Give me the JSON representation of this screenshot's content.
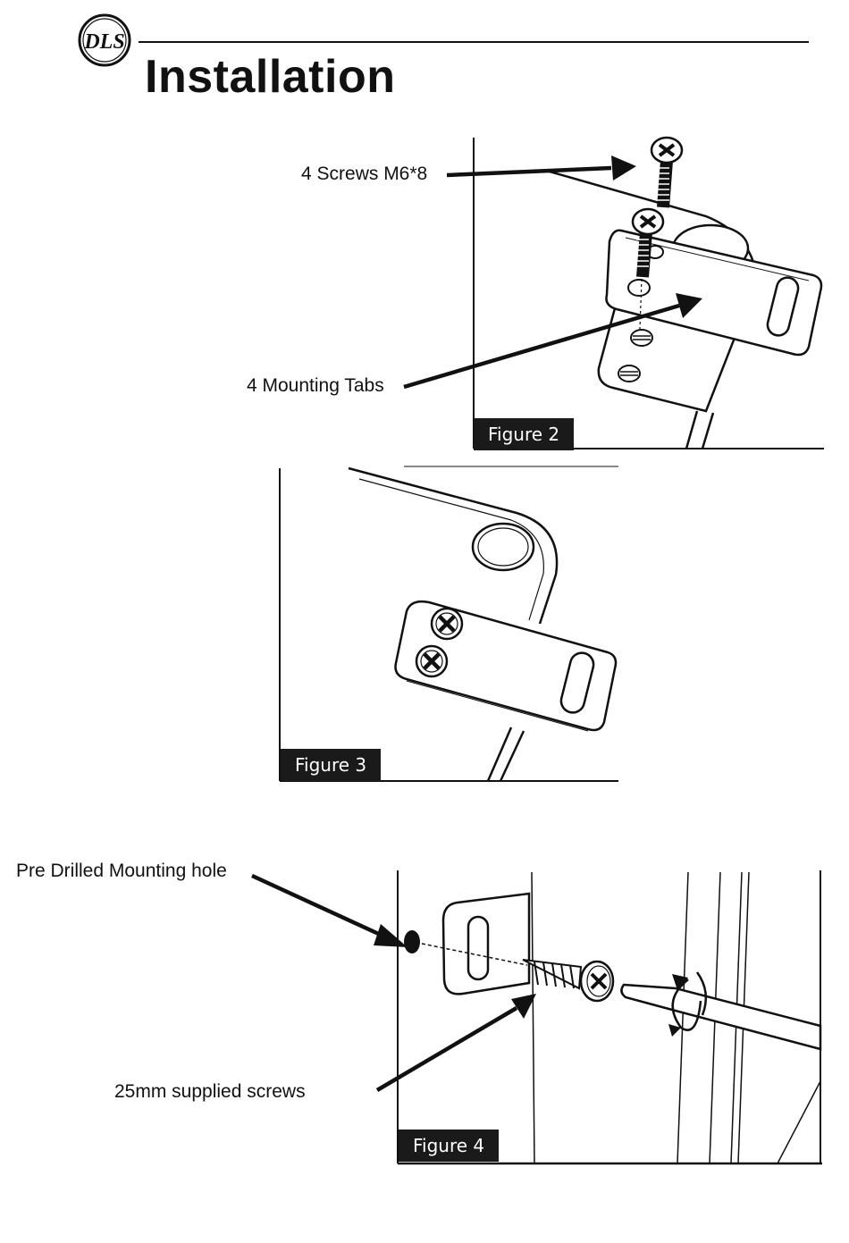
{
  "header": {
    "title": "Installation",
    "logo_text": "DLS"
  },
  "callouts": {
    "screws_m6": "4 Screws M6*8",
    "mounting_tabs": "4 Mounting Tabs",
    "pre_drilled_hole": "Pre Drilled Mounting hole",
    "supplied_screws": "25mm supplied screws"
  },
  "figures": {
    "figure2_label": "Figure 2",
    "figure3_label": "Figure 3",
    "figure4_label": "Figure 4"
  },
  "colors": {
    "ink": "#111111",
    "label_bg": "#1a1a1a",
    "label_text": "#ffffff",
    "page": "#ffffff"
  }
}
